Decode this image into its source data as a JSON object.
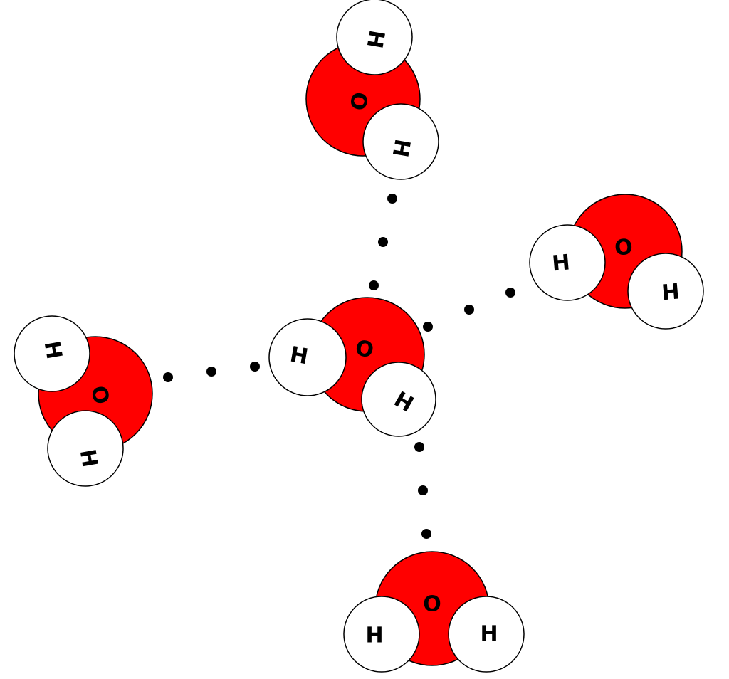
{
  "colors": {
    "oxygen": "#ff0000",
    "hydrogen": "#ffffff",
    "outline": "#000000",
    "bond_dot": "#000000",
    "label": "#000000"
  },
  "molecules": [
    {
      "name": "center",
      "atoms": [
        {
          "element": "O",
          "label": "O"
        },
        {
          "element": "H",
          "label": "H"
        },
        {
          "element": "H",
          "label": "H"
        }
      ]
    },
    {
      "name": "top",
      "atoms": [
        {
          "element": "O",
          "label": "O"
        },
        {
          "element": "H",
          "label": "H"
        },
        {
          "element": "H",
          "label": "H"
        }
      ]
    },
    {
      "name": "right",
      "atoms": [
        {
          "element": "O",
          "label": "O"
        },
        {
          "element": "H",
          "label": "H"
        },
        {
          "element": "H",
          "label": "H"
        }
      ]
    },
    {
      "name": "left",
      "atoms": [
        {
          "element": "O",
          "label": "O"
        },
        {
          "element": "H",
          "label": "H"
        },
        {
          "element": "H",
          "label": "H"
        }
      ]
    },
    {
      "name": "bottom",
      "atoms": [
        {
          "element": "O",
          "label": "O"
        },
        {
          "element": "H",
          "label": "H"
        },
        {
          "element": "H",
          "label": "H"
        }
      ]
    }
  ],
  "hydrogen_bonds": [
    {
      "from": "center",
      "to": "top",
      "dots": 3
    },
    {
      "from": "center",
      "to": "right",
      "dots": 3
    },
    {
      "from": "center",
      "to": "left",
      "dots": 3
    },
    {
      "from": "center",
      "to": "bottom",
      "dots": 3
    }
  ]
}
